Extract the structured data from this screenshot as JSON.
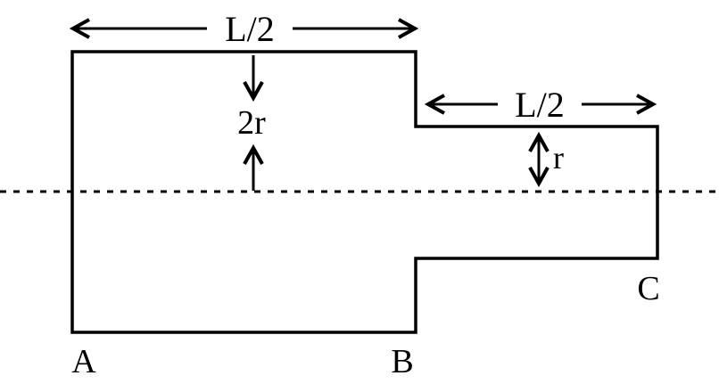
{
  "labels": {
    "top_length": "L/2",
    "right_length": "L/2",
    "big_radius": "2r",
    "small_radius": "r",
    "point_a": "A",
    "point_b": "B",
    "point_c": "C"
  },
  "colors": {
    "ink": "#000000",
    "background": "#ffffff"
  }
}
